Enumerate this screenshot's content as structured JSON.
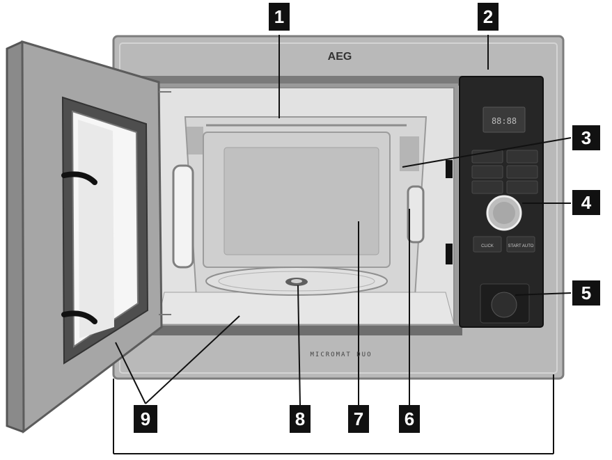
{
  "brand": "AEG",
  "model_text": "MICROMAT DUO",
  "panel": {
    "display_text": "88:88",
    "buttons": [
      "",
      "",
      "",
      "",
      "",
      ""
    ],
    "lower_left_label": "CLICK",
    "lower_right_label": "START AUTO"
  },
  "callouts": [
    "1",
    "2",
    "3",
    "4",
    "5",
    "6",
    "7",
    "8",
    "9"
  ],
  "colors": {
    "frame": "#b9b9b9",
    "frame_edge": "#8a8a8a",
    "cavity": "#dedede",
    "panel": "#262626",
    "door": "#9c9c9c",
    "callout_bg": "#111111"
  }
}
